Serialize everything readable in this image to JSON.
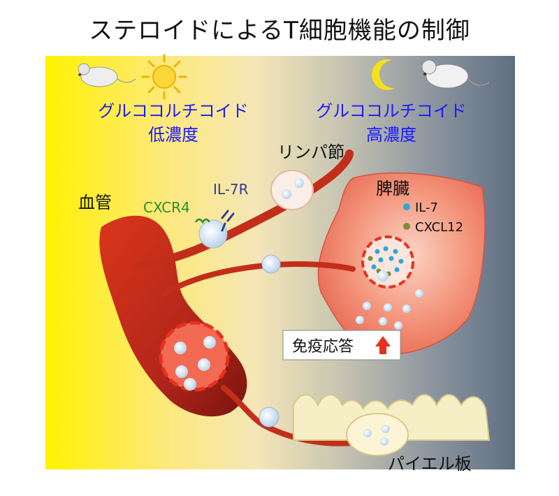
{
  "title": "ステロイドによるT細胞機能の制御",
  "left_panel": {
    "line1": "グルココルチコイド",
    "line2": "低濃度"
  },
  "right_panel": {
    "line1": "グルココルチコイド",
    "line2": "高濃度"
  },
  "labels": {
    "lymph_node": "リンパ節",
    "blood_vessel": "血管",
    "spleen": "脾臓",
    "peyers_patch": "パイエル板",
    "receptor_cxcr4": "CXCR4",
    "receptor_il7r": "IL-7R",
    "legend_il7": "IL-7",
    "legend_cxcl12": "CXCL12",
    "immune_response": "免疫応答"
  },
  "colors": {
    "text_blue": "#1a1aff",
    "cxcr4_green": "#2e8b2e",
    "il7r_blue": "#2b3f8f",
    "il7_dot": "#29a8e0",
    "cxcl12_dot": "#7e8b3a",
    "arrow_red": "#e8301e"
  },
  "icons": {
    "sun": "sun-icon",
    "moon": "moon-icon",
    "mouse_day": "mouse-icon",
    "mouse_night": "mouse-icon",
    "up_arrow": "up-arrow-icon"
  }
}
